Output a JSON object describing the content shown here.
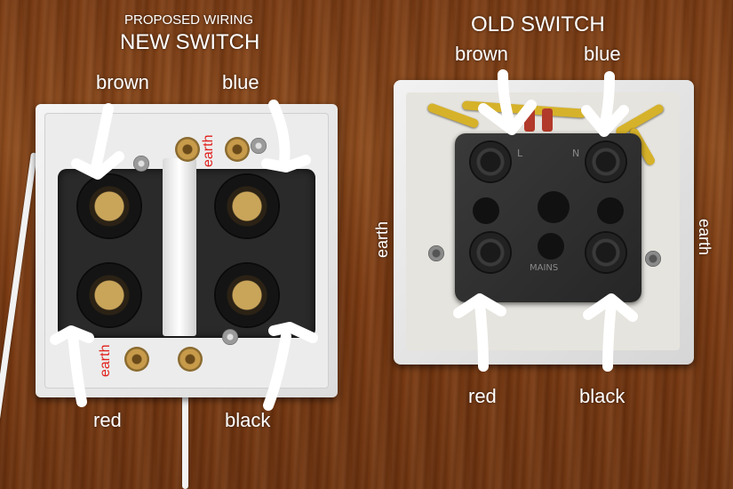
{
  "new_switch": {
    "heading_small": "PROPOSED WIRING",
    "heading": "NEW SWITCH",
    "labels": {
      "brown": "brown",
      "blue": "blue",
      "red": "red",
      "black": "black",
      "earth_top": "earth",
      "earth_bottom": "earth"
    }
  },
  "old_switch": {
    "heading": "OLD SWITCH",
    "labels": {
      "brown": "brown",
      "blue": "blue",
      "red": "red",
      "black": "black",
      "earth_left": "earth",
      "earth_right": "earth"
    },
    "embossed": {
      "l": "L",
      "n": "N",
      "mains": "MAINS"
    }
  },
  "colors": {
    "label_white": "#ffffff",
    "earth_red": "#e0201c",
    "arrow_white": "#ffffff"
  }
}
